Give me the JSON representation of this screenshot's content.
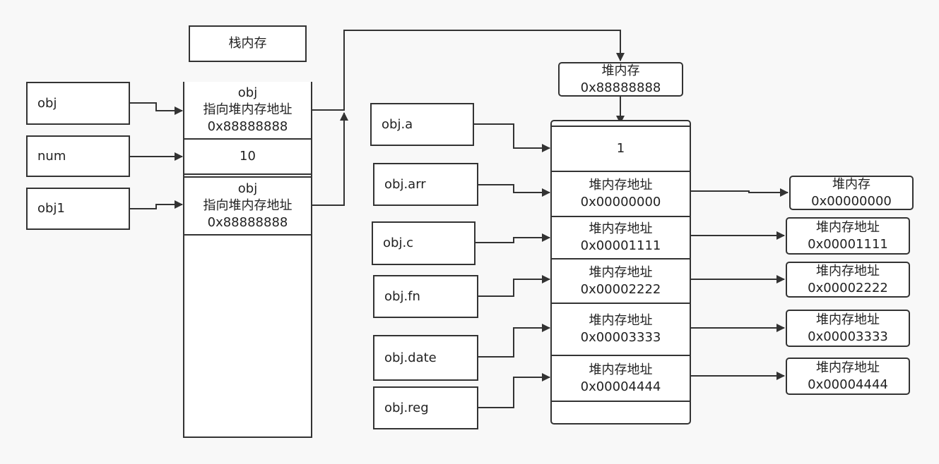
{
  "stack": {
    "title": "栈内存",
    "vars": [
      {
        "label": "obj"
      },
      {
        "label": "num"
      },
      {
        "label": "obj1"
      }
    ],
    "cells": [
      {
        "line1": "obj",
        "line2": "指向堆内存地址",
        "line3": "0x88888888"
      },
      {
        "line1": "10"
      },
      {
        "line1": "obj",
        "line2": "指向堆内存地址",
        "line3": "0x88888888"
      }
    ]
  },
  "heap": {
    "title": {
      "line1": "堆内存",
      "line2": "0x88888888"
    },
    "props": [
      {
        "label": "obj.a"
      },
      {
        "label": "obj.arr"
      },
      {
        "label": "obj.c"
      },
      {
        "label": "obj.fn"
      },
      {
        "label": "obj.date"
      },
      {
        "label": "obj.reg"
      }
    ],
    "cells": [
      {
        "line1": "1"
      },
      {
        "line1": "堆内存地址",
        "line2": "0x00000000"
      },
      {
        "line1": "堆内存地址",
        "line2": "0x00001111"
      },
      {
        "line1": "堆内存地址",
        "line2": "0x00002222"
      },
      {
        "line1": "堆内存地址",
        "line2": "0x00003333"
      },
      {
        "line1": "堆内存地址",
        "line2": "0x00004444"
      }
    ],
    "targets": [
      {
        "line1": "堆内存",
        "line2": "0x00000000"
      },
      {
        "line1": "堆内存地址",
        "line2": "0x00001111"
      },
      {
        "line1": "堆内存地址",
        "line2": "0x00002222"
      },
      {
        "line1": "堆内存地址",
        "line2": "0x00003333"
      },
      {
        "line1": "堆内存地址",
        "line2": "0x00004444"
      }
    ]
  }
}
